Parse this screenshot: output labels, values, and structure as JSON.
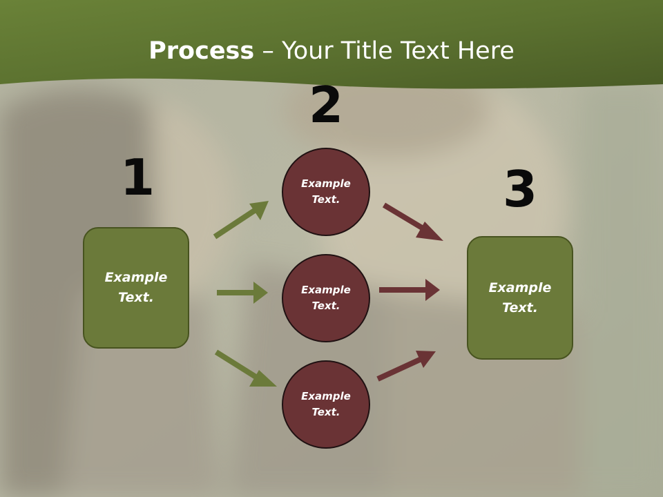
{
  "title": {
    "bold": "Process",
    "rest": " – Your Title Text Here"
  },
  "steps": {
    "one": "1",
    "two": "2",
    "three": "3"
  },
  "boxes": {
    "left": "Example\nText.",
    "right": "Example\nText."
  },
  "circles": {
    "top": "Example\nText.",
    "middle": "Example\nText.",
    "bottom": "Example\nText."
  },
  "colors": {
    "green_box": "#6b7a3a",
    "maroon_circle": "#6a3335",
    "green_arrow": "#6b7a3a",
    "maroon_arrow": "#6a3335",
    "header": "#5d7232"
  }
}
